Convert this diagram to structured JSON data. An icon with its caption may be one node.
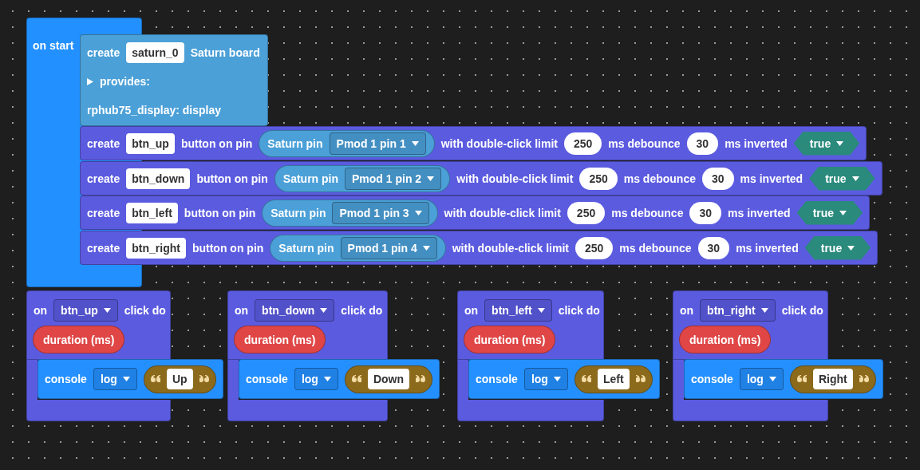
{
  "diagram": {
    "nodes": [
      {
        "text": [
          "on start"
        ]
      },
      {
        "text": [
          "create",
          "saturn_0",
          "Saturn board",
          "provides:",
          "rphub75_display: display"
        ]
      },
      {
        "text": [
          "create",
          "btn_up",
          "button on pin",
          "with double-click limit",
          "250",
          "ms debounce",
          "30",
          "ms inverted",
          "true"
        ]
      },
      {
        "text": [
          "Saturn pin",
          "Pmod 1 pin 1"
        ],
        "in": 2
      },
      {
        "text": [
          "create",
          "btn_down",
          "button on pin",
          "with double-click limit",
          "250",
          "ms debounce",
          "30",
          "ms inverted",
          "true"
        ]
      },
      {
        "text": [
          "Saturn pin",
          "Pmod 1 pin 2"
        ],
        "in": 4
      },
      {
        "text": [
          "create",
          "btn_left",
          "button on pin",
          "with double-click limit",
          "250",
          "ms debounce",
          "30",
          "ms inverted",
          "true"
        ]
      },
      {
        "text": [
          "Saturn pin",
          "Pmod 1 pin 3"
        ],
        "in": 6
      },
      {
        "text": [
          "create",
          "btn_right",
          "button on pin",
          "with double-click limit",
          "250",
          "ms debounce",
          "30",
          "ms inverted",
          "true"
        ]
      },
      {
        "text": [
          "Saturn pin",
          "Pmod 1 pin 4"
        ],
        "in": 8
      },
      {
        "text": [
          "on",
          "btn_up",
          "click do"
        ]
      },
      {
        "text": [
          "duration (ms)"
        ],
        "in": 10
      },
      {
        "text": [
          "console",
          "log"
        ]
      },
      {
        "text": [
          "Up"
        ],
        "in": 12
      },
      {
        "text": [
          "on",
          "btn_down",
          "click do"
        ]
      },
      {
        "text": [
          "duration (ms)"
        ],
        "in": 14
      },
      {
        "text": [
          "console",
          "log"
        ]
      },
      {
        "text": [
          "Down"
        ],
        "in": 16
      },
      {
        "text": [
          "on",
          "btn_left",
          "click do"
        ]
      },
      {
        "text": [
          "duration (ms)"
        ],
        "in": 18
      },
      {
        "text": [
          "console",
          "log"
        ]
      },
      {
        "text": [
          "Left"
        ],
        "in": 20
      },
      {
        "text": [
          "on",
          "btn_right",
          "click do"
        ]
      },
      {
        "text": [
          "duration (ms)"
        ],
        "in": 22
      },
      {
        "text": [
          "console",
          "log"
        ]
      },
      {
        "text": [
          "Right"
        ],
        "in": 24
      }
    ]
  }
}
